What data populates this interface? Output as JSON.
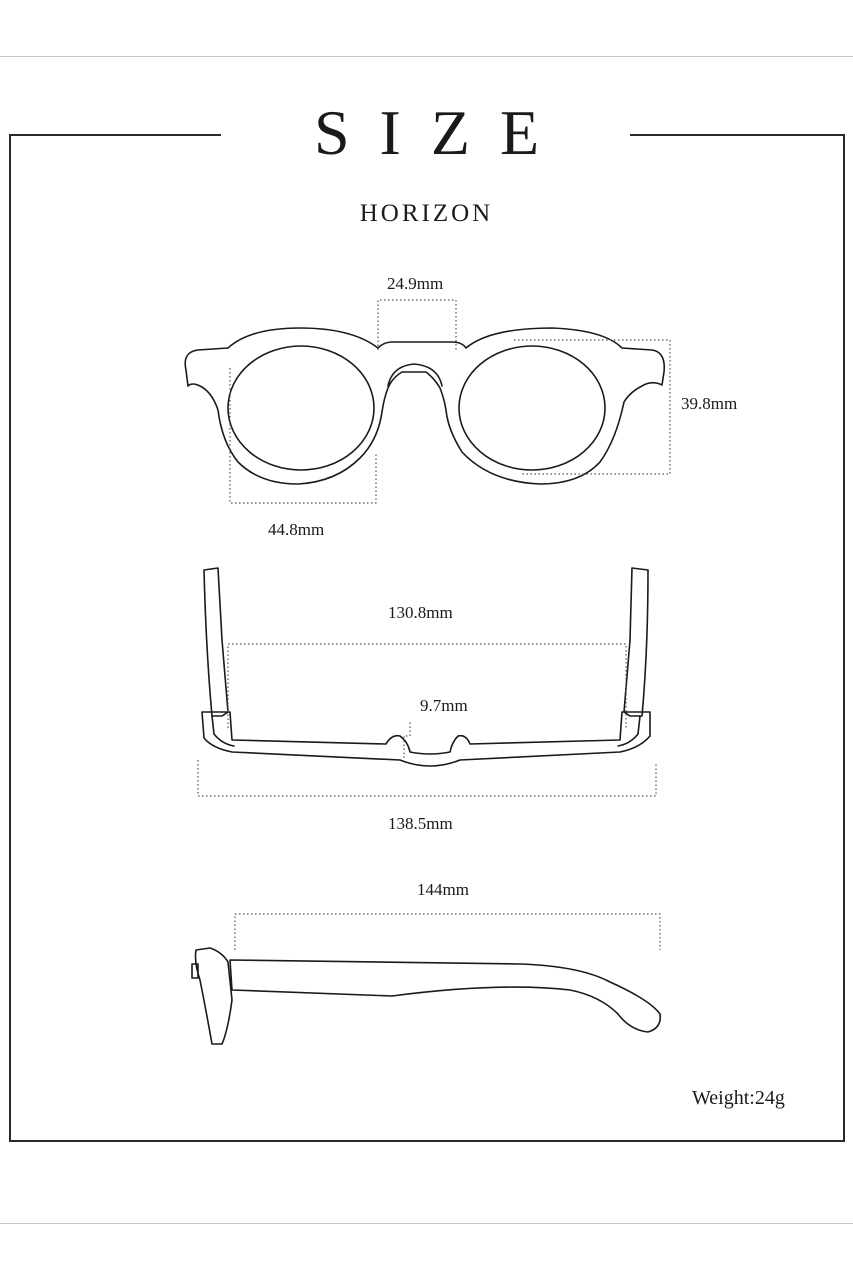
{
  "header": {
    "title": "SIZE",
    "model": "HORIZON"
  },
  "dimensions": {
    "bridge_width": "24.9mm",
    "lens_height": "39.8mm",
    "lens_width": "44.8mm",
    "frame_inner_width": "130.8mm",
    "nose_pad_width": "9.7mm",
    "frame_total_width": "138.5mm",
    "temple_length": "144mm"
  },
  "footer": {
    "weight": "Weight:24g"
  }
}
